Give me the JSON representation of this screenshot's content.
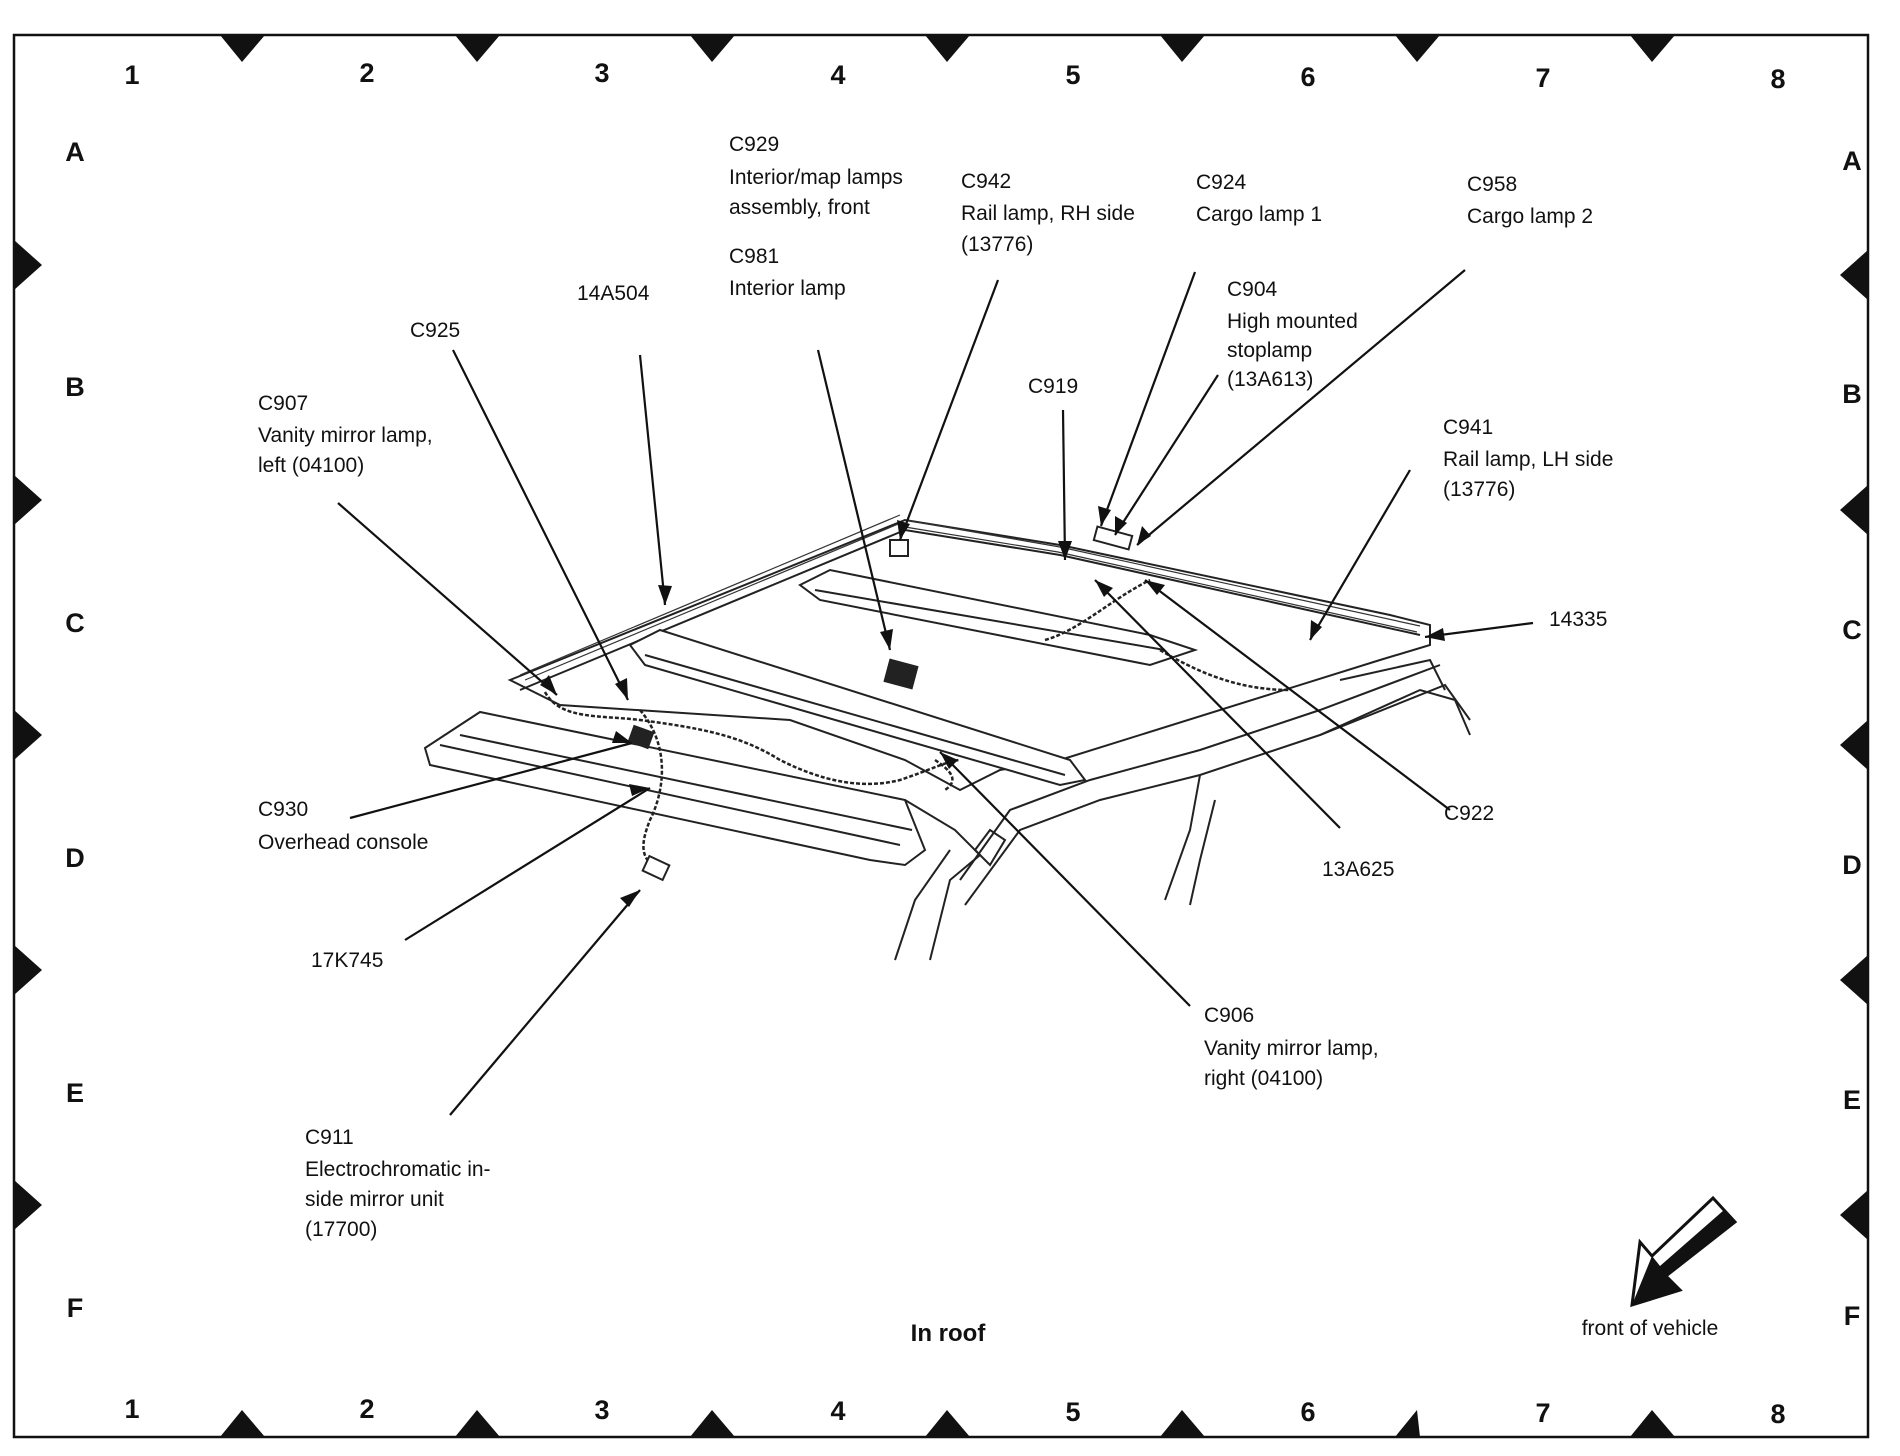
{
  "grid": {
    "columns": [
      "1",
      "2",
      "3",
      "4",
      "5",
      "6",
      "7",
      "8"
    ],
    "rows": [
      "A",
      "B",
      "C",
      "D",
      "E",
      "F"
    ]
  },
  "callouts": {
    "c929": [
      "C929",
      "Interior/map lamps",
      "assembly, front"
    ],
    "c942": [
      "C942",
      "Rail lamp, RH side",
      "(13776)"
    ],
    "c924": [
      "C924",
      "Cargo lamp 1"
    ],
    "c958": [
      "C958",
      "Cargo lamp 2"
    ],
    "c981": [
      "C981",
      "Interior lamp"
    ],
    "c14a504": [
      "14A504"
    ],
    "c925": [
      "C925"
    ],
    "c904": [
      "C904",
      "High mounted",
      "stoplamp",
      "(13A613)"
    ],
    "c919": [
      "C919"
    ],
    "c907": [
      "C907",
      "Vanity mirror lamp,",
      "left (04100)"
    ],
    "c941": [
      "C941",
      "Rail lamp, LH side",
      "(13776)"
    ],
    "c14335": [
      "14335"
    ],
    "c930": [
      "C930",
      "Overhead console"
    ],
    "c922": [
      "C922"
    ],
    "c13a625": [
      "13A625"
    ],
    "c17k745": [
      "17K745"
    ],
    "c906": [
      "C906",
      "Vanity mirror lamp,",
      "right (04100)"
    ],
    "c911": [
      "C911",
      "Electrochromatic in-",
      "side mirror unit",
      "(17700)"
    ]
  },
  "caption": "In roof",
  "front_label": "front of vehicle"
}
